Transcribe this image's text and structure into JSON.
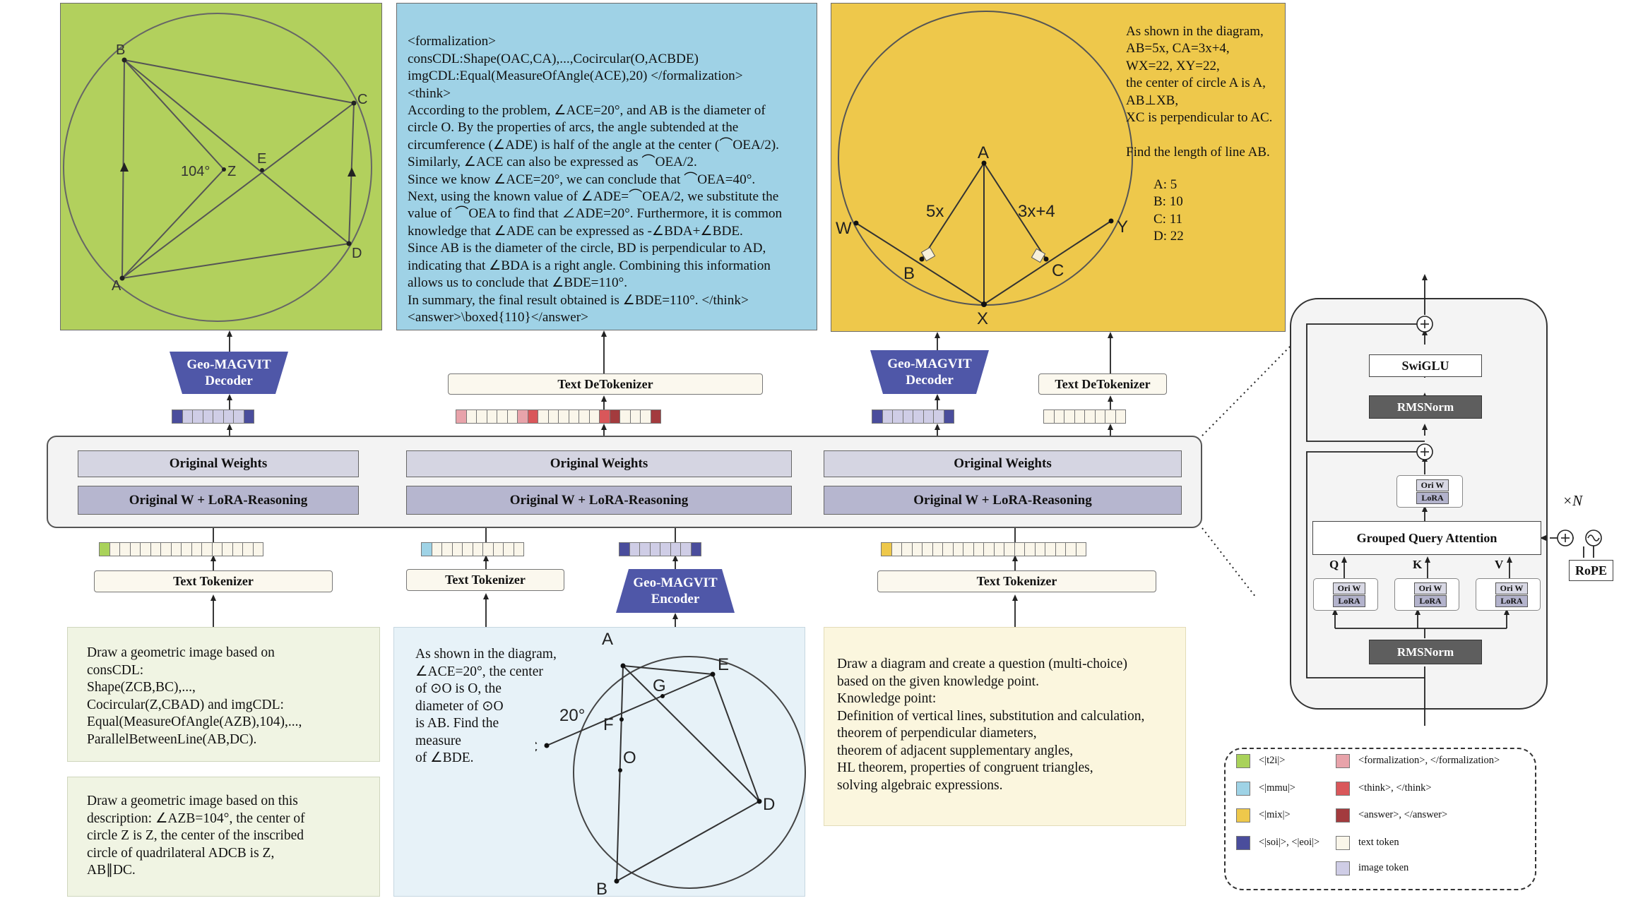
{
  "top": {
    "formalization_panel": {
      "text": "<formalization>\nconsCDL:Shape(OAC,CA),...,Cocircular(O,ACBDE)\nimgCDL:Equal(MeasureOfAngle(ACE),20) </formalization>\n<think>\nAccording to the problem, ∠ACE=20°, and AB is the diameter of\ncircle O. By the properties of arcs, the angle subtended at the\ncircumference (∠ADE) is half of the angle at the center (⌒OEA/2).\nSimilarly, ∠ACE can also be expressed as ⌒OEA/2.\nSince we know ∠ACE=20°, we can conclude that ⌒OEA=40°.\nNext, using the known value of ∠ADE=⌒OEA/2, we substitute the\nvalue of ⌒OEA to find that ∠ADE=20°. Furthermore, it is common\nknowledge that ∠ADE can be expressed as -∠BDA+∠BDE.\nSince AB is the diameter of the circle, BD is perpendicular to AD,\nindicating that ∠BDA is a right angle. Combining this information\nallows us to conclude that ∠BDE=110°.\nIn summary, the final result obtained is ∠BDE=110°. </think>\n<answer>\\boxed{110}</answer>"
    },
    "mix_question": {
      "text": "As shown in the diagram,\nAB=5x, CA=3x+4,\nWX=22, XY=22,\n the center of circle A is A,\nAB⊥XB,\nXC is perpendicular to AC.\n\nFind the length of line AB.",
      "options": [
        "A: 5",
        "B: 10",
        "C: 11",
        "D: 22"
      ]
    },
    "green_figure": {
      "labels": [
        "B",
        "C",
        "E",
        "Z",
        "A",
        "D"
      ],
      "angle": "104°"
    },
    "yellow_figure": {
      "labels": [
        "A",
        "5x",
        "3x+4",
        "W",
        "Y",
        "B",
        "C",
        "X"
      ]
    }
  },
  "decoders": {
    "geo_magvit_decoder_1": "Geo-MAGVIT\nDecoder",
    "text_detokenizer_1": "Text DeTokenizer",
    "geo_magvit_decoder_2": "Geo-MAGVIT\nDecoder",
    "text_detokenizer_2": "Text DeTokenizer"
  },
  "model": {
    "original_weights": "Original Weights",
    "lora_reasoning": "Original W + LoRA-Reasoning"
  },
  "encoders": {
    "text_tokenizer": "Text Tokenizer",
    "geo_magvit_encoder": "Geo-MAGVIT\nEncoder"
  },
  "inputs": {
    "t2i_1": "Draw a geometric image based on\nconsCDL:\nShape(ZCB,BC),...,\nCocircular(Z,CBAD) and imgCDL:\nEqual(MeasureOfAngle(AZB),104),...,\nParallelBetweenLine(AB,DC).",
    "t2i_2": "Draw a geometric image based on this\ndescription: ∠AZB=104°, the center of\ncircle Z is Z, the center of the inscribed\ncircle of quadrilateral ADCB is Z,\nAB∥DC.",
    "mmu_question": "As shown in the diagram,\n∠ACE=20°, the center\nof ⊙O is O, the\ndiameter of ⊙O\nis AB. Find the\nmeasure\n of ∠BDE.",
    "mix_prompt": "Draw a diagram and create a question (multi-choice)\nbased on the given knowledge point.\nKnowledge point:\nDefinition of vertical lines, substitution and calculation,\ntheorem of perpendicular diameters,\ntheorem of adjacent supplementary angles,\nHL theorem, properties of congruent triangles,\nsolving algebraic expressions.",
    "mmu_figure": {
      "labels": [
        "A",
        "E",
        "G",
        "20°",
        "F",
        "C",
        "O",
        "D",
        "B"
      ]
    }
  },
  "block": {
    "swiglu": "SwiGLU",
    "rmsnorm": "RMSNorm",
    "ori_w": "Ori W",
    "lora": "LoRA",
    "gqa": "Grouped Query Attention",
    "q": "Q",
    "k": "K",
    "v": "V",
    "rope": "RoPE",
    "repeat": "×N"
  },
  "legend": {
    "items": [
      {
        "label": "<|t2i|>",
        "color": "#a9d25a"
      },
      {
        "label": "<|mmu|>",
        "color": "#9fd3e6"
      },
      {
        "label": "<|mix|>",
        "color": "#eec84b"
      },
      {
        "label": "<|soi|>, <|eoi|>",
        "color": "#4a4d9c"
      },
      {
        "label": "<formalization>, </formalization>",
        "color": "#e8a3aa"
      },
      {
        "label": "<think>, </think>",
        "color": "#d9575a"
      },
      {
        "label": "<answer>, </answer>",
        "color": "#a33b3e"
      },
      {
        "label": "text token",
        "color": "#faf6ea"
      },
      {
        "label": "image token",
        "color": "#cfcde6"
      }
    ]
  },
  "colors": {
    "t2i": "#a9d25a",
    "mmu": "#9fd3e6",
    "mix": "#eec84b",
    "soi": "#4a4d9c",
    "formalization": "#e8a3aa",
    "think": "#d9575a",
    "answer": "#a33b3e",
    "text_token": "#faf6ea",
    "image_token": "#cfcde6",
    "magvit": "#4f57a8"
  }
}
